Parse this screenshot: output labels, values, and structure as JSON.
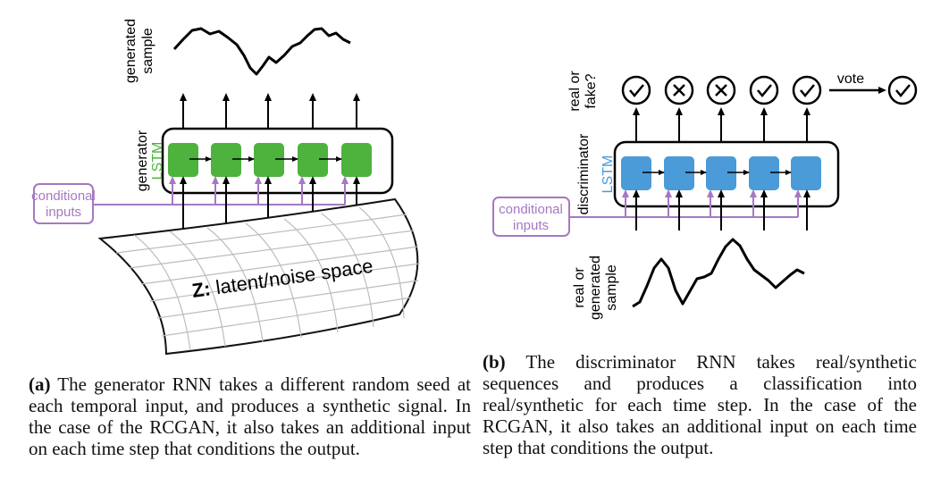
{
  "panel_a": {
    "top_label_line1": "generated",
    "top_label_line2": "sample",
    "side_label": "generator",
    "cell_label": "LSTM",
    "conditional_line1": "conditional",
    "conditional_line2": "inputs",
    "z_bold": "Z:",
    "z_text": " latent/noise space",
    "caption_tag": "(a)",
    "caption": " The generator RNN takes a different random seed at each temporal input, and produces a synthetic signal. In the case of the RCGAN, it also takes an additional input on each time step that conditions the output."
  },
  "panel_b": {
    "top_label_line1": "real or",
    "top_label_line2": "fake?",
    "side_label": "discriminator",
    "cell_label": "LSTM",
    "conditional_line1": "conditional",
    "conditional_line2": "inputs",
    "vote_label": "vote",
    "votes": [
      "check",
      "cross",
      "cross",
      "check",
      "check"
    ],
    "final_vote": "check",
    "bottom_label_line1": "real or",
    "bottom_label_line2": "generated",
    "bottom_label_line3": "sample",
    "caption_tag": "(b)",
    "caption": " The discriminator RNN takes real/synthetic sequences and produces a classification into real/synthetic for each time step. In the case of the RCGAN, it also takes an additional input on each time step that conditions the output."
  },
  "colors": {
    "generator_cell": "#4db33d",
    "discriminator_cell": "#4a9bd8",
    "conditional": "#a678c2",
    "lstm_text_green": "#4db33d",
    "lstm_text_blue": "#4a9bd8"
  }
}
